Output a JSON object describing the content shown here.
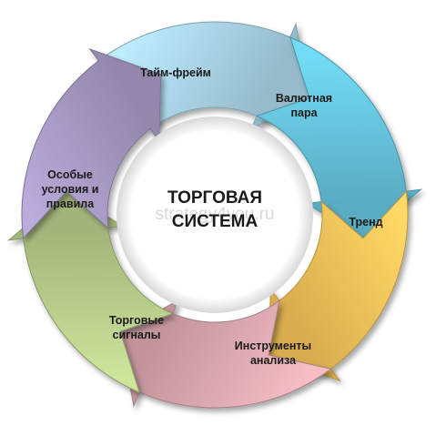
{
  "diagram": {
    "center": {
      "title_line1": "ТОРГОВАЯ",
      "title_line2": "СИСТЕМА"
    },
    "watermark": "strategy4you.ru",
    "segments": [
      {
        "label_lines": [
          "Тайм-фрейм"
        ],
        "color": "#a9d3e6"
      },
      {
        "label_lines": [
          "Валютная",
          "пара"
        ],
        "color": "#66c4dc"
      },
      {
        "label_lines": [
          "Тренд"
        ],
        "color": "#f6c35a"
      },
      {
        "label_lines": [
          "Инструменты",
          "анализа"
        ],
        "color": "#dca9b0"
      },
      {
        "label_lines": [
          "Торговые",
          "сигналы"
        ],
        "color": "#b7cc8a"
      },
      {
        "label_lines": [
          "Особые",
          "условия и",
          "правила"
        ],
        "color": "#a79ac4"
      }
    ]
  }
}
